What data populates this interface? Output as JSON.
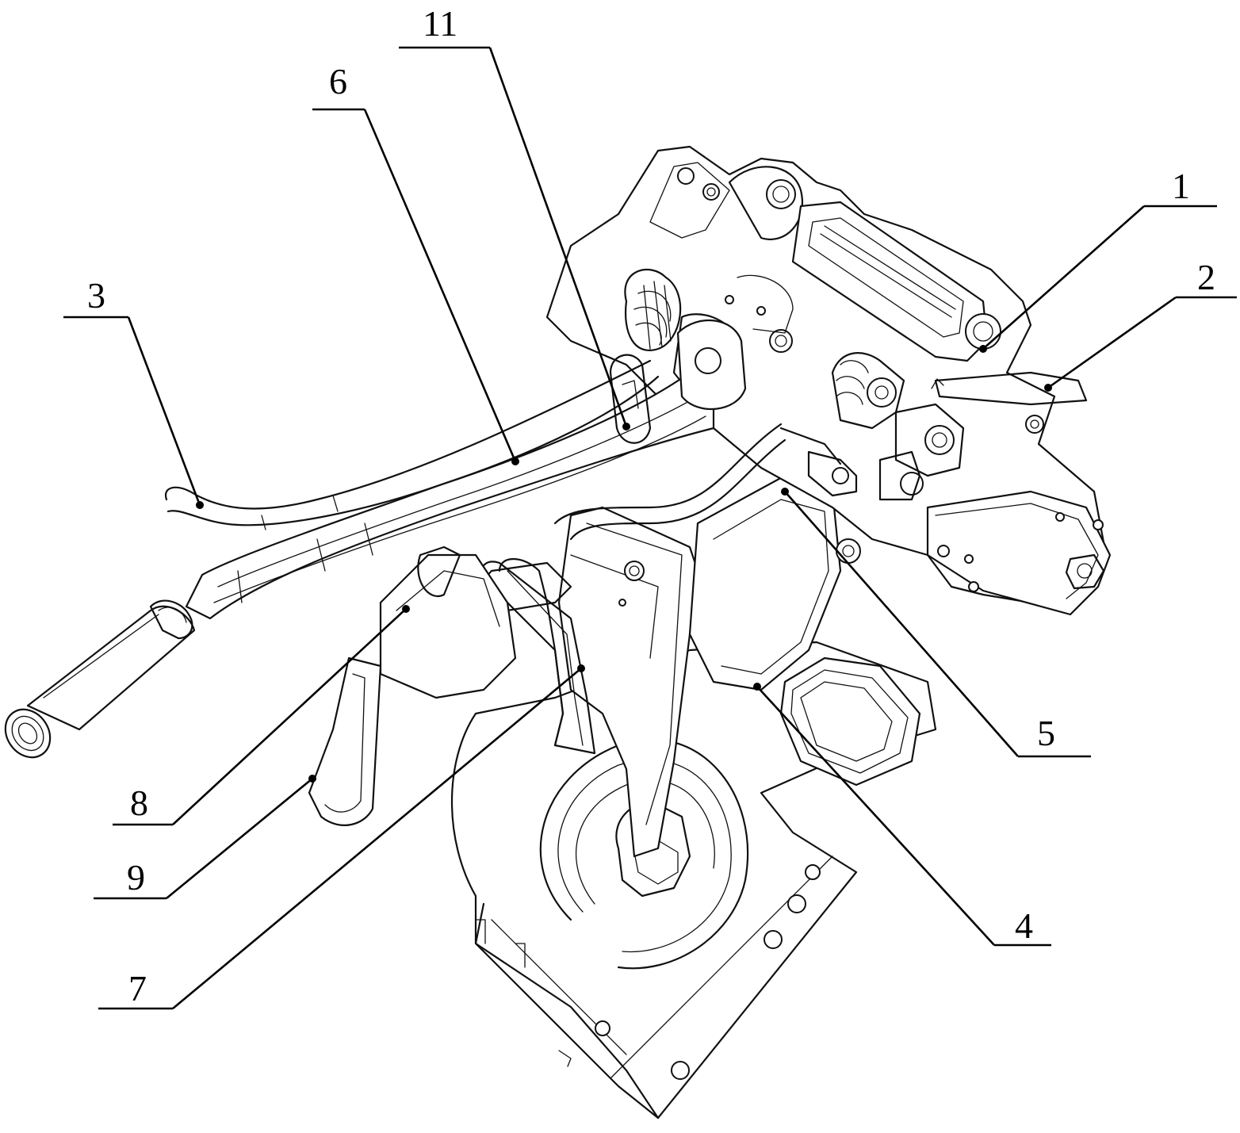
{
  "callouts": [
    {
      "id": "c1",
      "label": "1"
    },
    {
      "id": "c2",
      "label": "2"
    },
    {
      "id": "c3",
      "label": "3"
    },
    {
      "id": "c4",
      "label": "4"
    },
    {
      "id": "c5",
      "label": "5"
    },
    {
      "id": "c6",
      "label": "6"
    },
    {
      "id": "c7",
      "label": "7"
    },
    {
      "id": "c8",
      "label": "8"
    },
    {
      "id": "c9",
      "label": "9"
    },
    {
      "id": "c11",
      "label": "11"
    }
  ]
}
